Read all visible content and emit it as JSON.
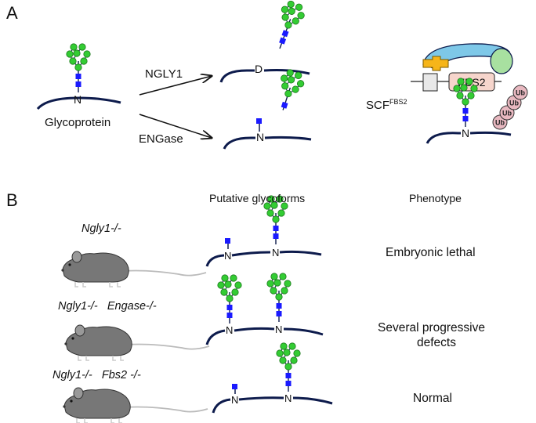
{
  "panels": {
    "a": "A",
    "b": "B"
  },
  "panel_a": {
    "glycoprotein_label": "Glycoprotein",
    "ngly1_label": "NGLY1",
    "engase_label": "ENGase",
    "residue_d": "D",
    "residue_n": "N",
    "scf_label": "SCF",
    "scf_superscript": "FBS2",
    "fbs2_box": "FBS2",
    "ub_label": "Ub"
  },
  "panel_b": {
    "column_glycoforms": "Putative glycoforms",
    "column_phenotype": "Phenotype",
    "rows": [
      {
        "genotype": "Ngly1-/-",
        "phenotype": "Embryonic lethal"
      },
      {
        "genotype": "Ngly1-/-   Engase-/-",
        "phenotype_line1": "Several progressive",
        "phenotype_line2": "defects"
      },
      {
        "genotype": "Ngly1-/-   Fbs2 -/-",
        "phenotype": "Normal"
      }
    ]
  },
  "colors": {
    "mannose": "#33cc33",
    "glcnac": "#1a1aff",
    "backbone": "#0d1b4c",
    "cullin": "#7ec8e8",
    "rbx": "#a8e0a0",
    "skp1": "#f6b519",
    "fbs2": "#f6d5cc",
    "ub": "#e8b8c0"
  }
}
